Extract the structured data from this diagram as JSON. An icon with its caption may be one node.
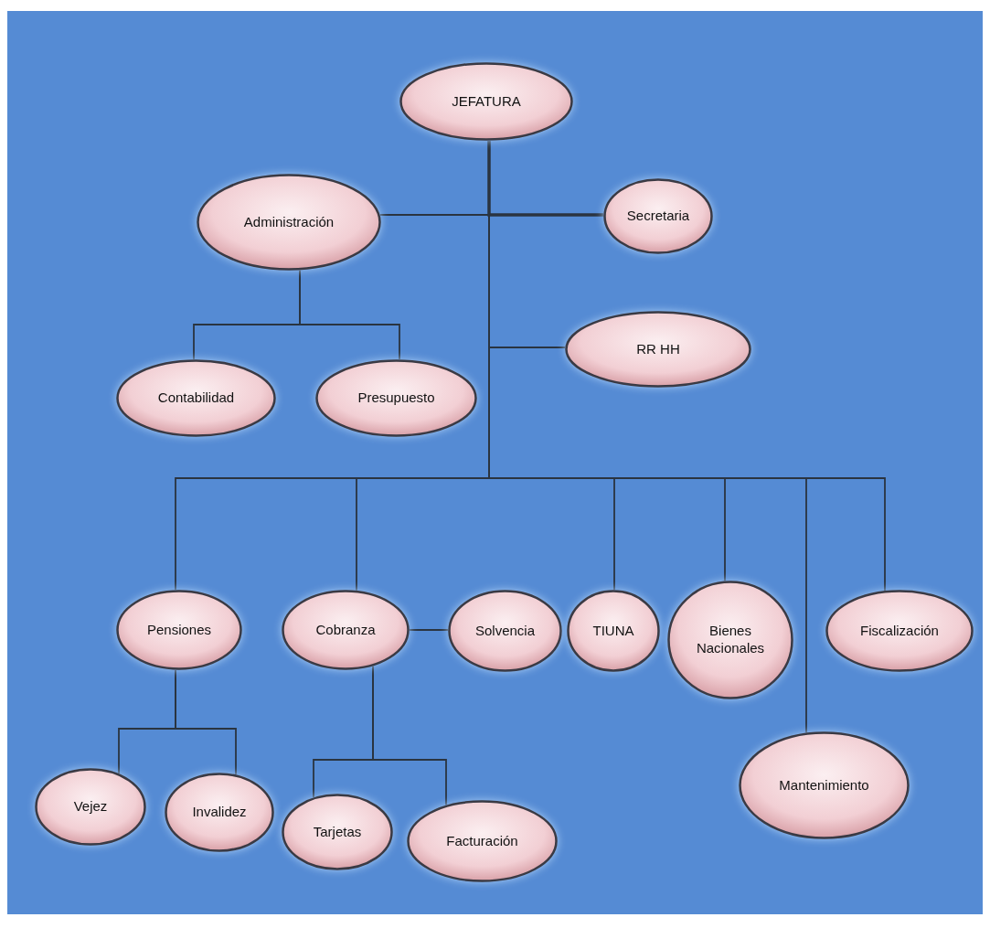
{
  "diagram": {
    "nodes": [
      {
        "text": [
          "JEFATURA"
        ]
      },
      {
        "text": [
          "Administración"
        ]
      },
      {
        "text": [
          "Secretaria"
        ]
      },
      {
        "text": [
          "Contabilidad"
        ]
      },
      {
        "text": [
          "Presupuesto"
        ]
      },
      {
        "text": [
          "RR HH"
        ]
      },
      {
        "text": [
          "Pensiones"
        ]
      },
      {
        "text": [
          "Cobranza"
        ]
      },
      {
        "text": [
          "Solvencia"
        ]
      },
      {
        "text": [
          "TIUNA"
        ]
      },
      {
        "text": [
          "Bienes Nacionales"
        ]
      },
      {
        "text": [
          "Fiscalización"
        ]
      },
      {
        "text": [
          "Vejez"
        ]
      },
      {
        "text": [
          "Invalidez"
        ]
      },
      {
        "text": [
          "Tarjetas"
        ]
      },
      {
        "text": [
          "Facturación"
        ]
      },
      {
        "text": [
          "Mantenimiento"
        ]
      }
    ],
    "edges": [
      {
        "from": 0,
        "to": 1,
        "arrow": "none"
      },
      {
        "from": 0,
        "to": 2,
        "arrow": "none",
        "style": "thick"
      },
      {
        "from": 0,
        "to": 5,
        "arrow": "none"
      },
      {
        "from": 0,
        "to": 6,
        "arrow": "none"
      },
      {
        "from": 0,
        "to": 7,
        "arrow": "none"
      },
      {
        "from": 0,
        "to": 9,
        "arrow": "none"
      },
      {
        "from": 0,
        "to": 10,
        "arrow": "none"
      },
      {
        "from": 0,
        "to": 16,
        "arrow": "none"
      },
      {
        "from": 0,
        "to": 11,
        "arrow": "none"
      },
      {
        "from": 1,
        "to": 3,
        "arrow": "none"
      },
      {
        "from": 1,
        "to": 4,
        "arrow": "none"
      },
      {
        "from": 7,
        "to": 8,
        "arrow": "none"
      },
      {
        "from": 6,
        "to": 12,
        "arrow": "none"
      },
      {
        "from": 6,
        "to": 13,
        "arrow": "none"
      },
      {
        "from": 7,
        "to": 14,
        "arrow": "none"
      },
      {
        "from": 7,
        "to": 15,
        "arrow": "none"
      }
    ]
  }
}
